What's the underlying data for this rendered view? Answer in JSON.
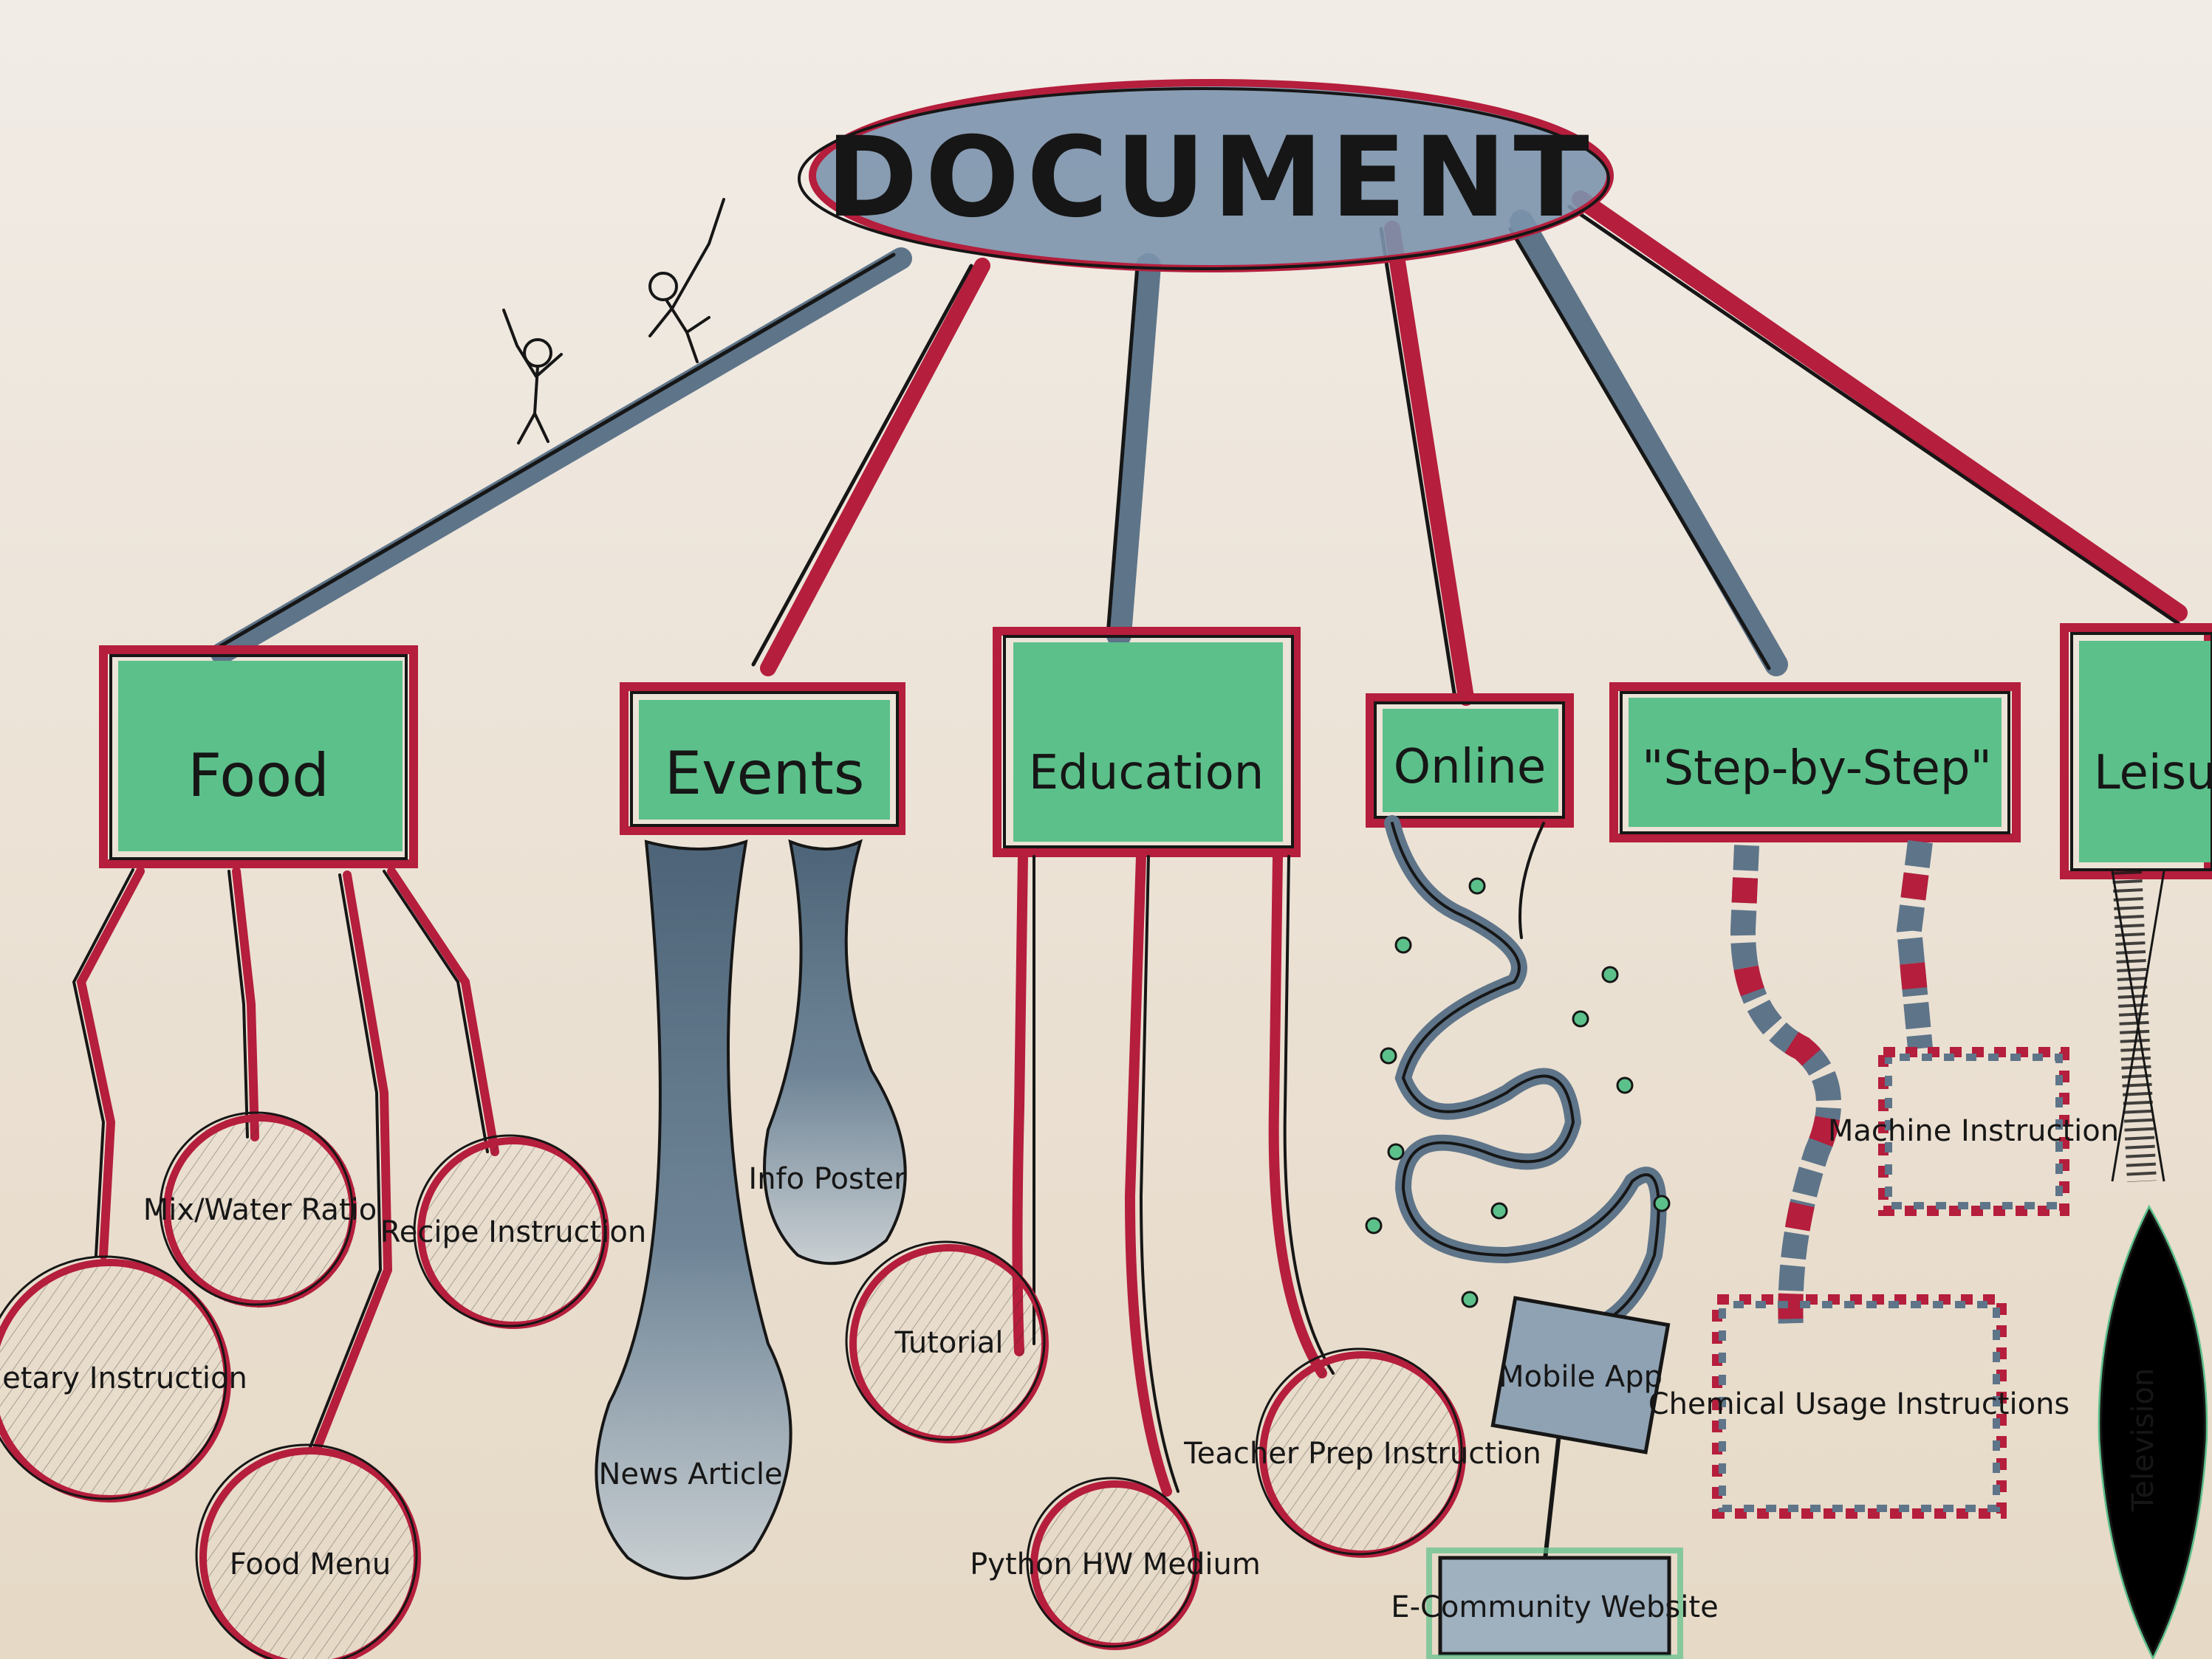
{
  "root": {
    "label": "DOCUMENT"
  },
  "categories": [
    {
      "id": "food",
      "label": "Food",
      "children": [
        "Dietary Instruction",
        "Mix/Water Ratio",
        "Food Menu",
        "Recipe Instruction"
      ]
    },
    {
      "id": "events",
      "label": "Events",
      "children": [
        "News Article",
        "Info Poster"
      ]
    },
    {
      "id": "education",
      "label": "Education",
      "children": [
        "Tutorial",
        "Python HW Medium",
        "Teacher Prep Instruction"
      ]
    },
    {
      "id": "online",
      "label": "Online",
      "children": [
        "Mobile App",
        "E-Community Website"
      ]
    },
    {
      "id": "step",
      "label": "\"Step-by-Step\"",
      "children": [
        "Chemical Usage Instructions",
        "Machine Instruction"
      ]
    },
    {
      "id": "leisure",
      "label": "Leisu",
      "children": [
        "Television"
      ]
    }
  ],
  "colors": {
    "green": "#5cc08a",
    "crimson": "#b51e3c",
    "slate": "#5e7489",
    "ink": "#161616"
  }
}
